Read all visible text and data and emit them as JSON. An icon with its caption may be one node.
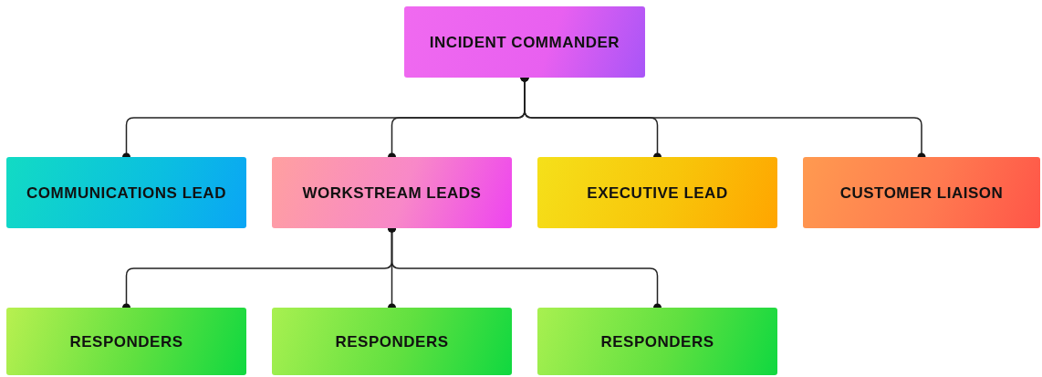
{
  "diagram": {
    "nodes": [
      {
        "text": [
          "INCIDENT COMMANDER"
        ]
      },
      {
        "text": [
          "COMMUNICATIONS LEAD"
        ]
      },
      {
        "text": [
          "WORKSTREAM LEADS"
        ]
      },
      {
        "text": [
          "EXECUTIVE LEAD"
        ]
      },
      {
        "text": [
          "CUSTOMER LIAISON"
        ]
      },
      {
        "text": [
          "RESPONDERS"
        ]
      },
      {
        "text": [
          "RESPONDERS"
        ]
      },
      {
        "text": [
          "RESPONDERS"
        ]
      }
    ],
    "edges": [
      {
        "from": 0,
        "to": 1,
        "arrow": "other"
      },
      {
        "from": 0,
        "to": 2,
        "arrow": "other"
      },
      {
        "from": 0,
        "to": 3,
        "arrow": "other"
      },
      {
        "from": 0,
        "to": 4,
        "arrow": "other"
      },
      {
        "from": 2,
        "to": 5,
        "arrow": "other"
      },
      {
        "from": 2,
        "to": 6,
        "arrow": "other"
      },
      {
        "from": 2,
        "to": 7,
        "arrow": "other"
      }
    ]
  }
}
